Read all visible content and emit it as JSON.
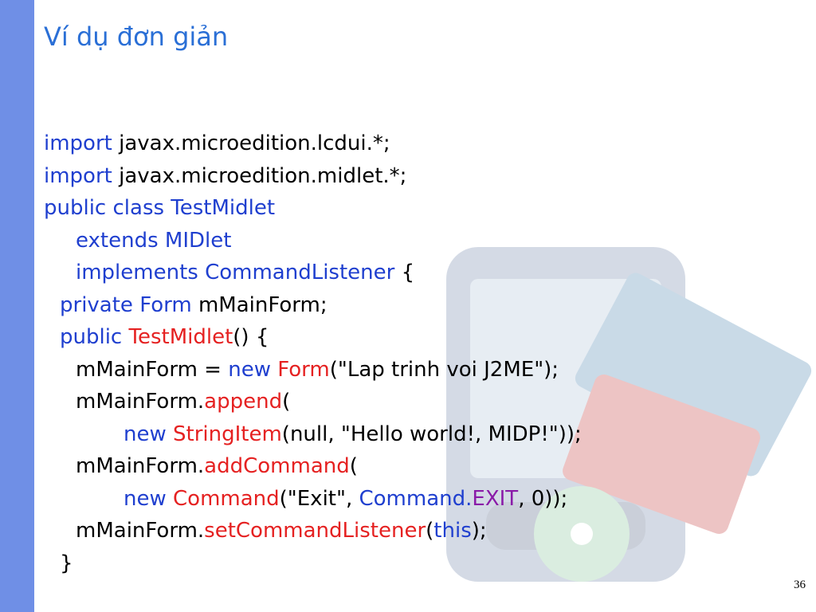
{
  "slide": {
    "title": "Ví dụ đơn giản",
    "page_number": "36"
  },
  "colors": {
    "left_bar": "#6f8fe6",
    "title": "#2a6fd6",
    "keyword": "#1f3fcf",
    "method": "#e52121",
    "constant": "#8a1aa8",
    "text": "#000000"
  },
  "code": {
    "lines": [
      {
        "indent": 0,
        "tokens": [
          {
            "t": "import",
            "c": "kw"
          },
          {
            "t": " javax.microedition.lcdui.*;",
            "c": "pl"
          }
        ]
      },
      {
        "indent": 0,
        "tokens": [
          {
            "t": "import",
            "c": "kw"
          },
          {
            "t": " javax.microedition.midlet.*;",
            "c": "pl"
          }
        ]
      },
      {
        "indent": 0,
        "tokens": [
          {
            "t": "public class TestMidlet",
            "c": "kw"
          }
        ]
      },
      {
        "indent": 2,
        "tokens": [
          {
            "t": "extends MIDlet",
            "c": "kw"
          }
        ]
      },
      {
        "indent": 2,
        "tokens": [
          {
            "t": "implements CommandListener",
            "c": "kw"
          },
          {
            "t": " {",
            "c": "pl"
          }
        ]
      },
      {
        "indent": 1,
        "tokens": [
          {
            "t": "private Form",
            "c": "kw"
          },
          {
            "t": " mMainForm;",
            "c": "pl"
          }
        ]
      },
      {
        "indent": 1,
        "tokens": [
          {
            "t": "public",
            "c": "kw"
          },
          {
            "t": " ",
            "c": "pl"
          },
          {
            "t": "TestMidlet",
            "c": "id"
          },
          {
            "t": "() {",
            "c": "pl"
          }
        ]
      },
      {
        "indent": 2,
        "tokens": [
          {
            "t": "mMainForm = ",
            "c": "pl"
          },
          {
            "t": "new",
            "c": "kw"
          },
          {
            "t": " ",
            "c": "pl"
          },
          {
            "t": "Form",
            "c": "id"
          },
          {
            "t": "(\"Lap trinh voi J2ME\");",
            "c": "pl"
          }
        ]
      },
      {
        "indent": 2,
        "tokens": [
          {
            "t": "mMainForm.",
            "c": "pl"
          },
          {
            "t": "append",
            "c": "id"
          },
          {
            "t": "(",
            "c": "pl"
          }
        ]
      },
      {
        "indent": 5,
        "tokens": [
          {
            "t": "new",
            "c": "kw"
          },
          {
            "t": " ",
            "c": "pl"
          },
          {
            "t": "StringItem",
            "c": "id"
          },
          {
            "t": "(null, \"Hello world!, MIDP!\"));",
            "c": "pl"
          }
        ]
      },
      {
        "indent": 2,
        "tokens": [
          {
            "t": "mMainForm.",
            "c": "pl"
          },
          {
            "t": "addCommand",
            "c": "id"
          },
          {
            "t": "(",
            "c": "pl"
          }
        ]
      },
      {
        "indent": 5,
        "tokens": [
          {
            "t": "new",
            "c": "kw"
          },
          {
            "t": " ",
            "c": "pl"
          },
          {
            "t": "Command",
            "c": "id"
          },
          {
            "t": "(\"Exit\", ",
            "c": "pl"
          },
          {
            "t": "Command.",
            "c": "kw"
          },
          {
            "t": "EXIT",
            "c": "pur"
          },
          {
            "t": ", 0));",
            "c": "pl"
          }
        ]
      },
      {
        "indent": 2,
        "tokens": [
          {
            "t": "mMainForm.",
            "c": "pl"
          },
          {
            "t": "setCommandListener",
            "c": "id"
          },
          {
            "t": "(",
            "c": "pl"
          },
          {
            "t": "this",
            "c": "kw"
          },
          {
            "t": ");",
            "c": "pl"
          }
        ]
      },
      {
        "indent": 1,
        "tokens": [
          {
            "t": "}",
            "c": "pl"
          }
        ]
      }
    ]
  }
}
